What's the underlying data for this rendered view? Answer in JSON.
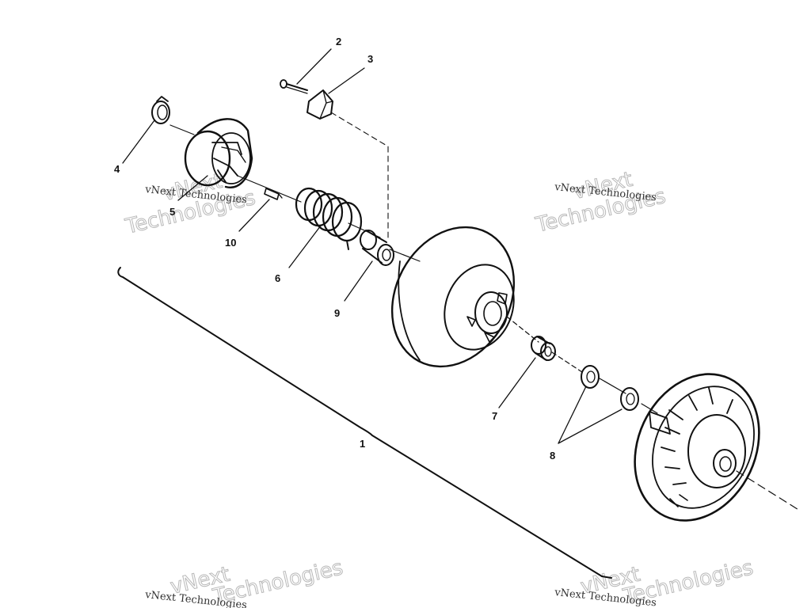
{
  "diagram": {
    "callouts": [
      "1",
      "2",
      "3",
      "4",
      "5",
      "6",
      "7",
      "8",
      "9",
      "10"
    ]
  },
  "watermark": {
    "line": "vNext Technologies",
    "word_top": "vNext",
    "word_bottom": "Technologies"
  }
}
